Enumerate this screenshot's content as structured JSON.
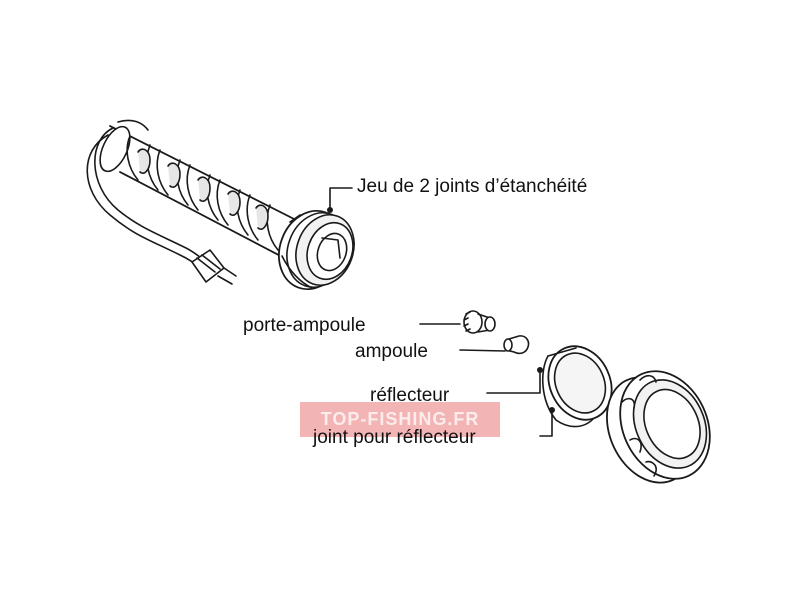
{
  "labels": {
    "joints": "Jeu de 2 joints d’étanchéité",
    "porte_ampoule": "porte-ampoule",
    "ampoule": "ampoule",
    "reflecteur": "réflecteur",
    "joint_reflecteur": "joint pour réflecteur"
  },
  "watermark": {
    "text": "TOP-FISHING.FR",
    "color": "#e77676"
  },
  "colors": {
    "line": "#1a1a1a",
    "fill": "#ffffff",
    "shade": "#d9d9d9"
  }
}
